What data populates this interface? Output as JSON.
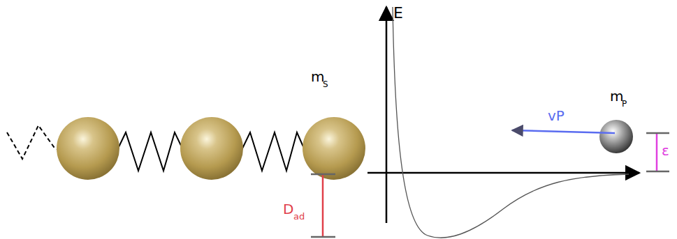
{
  "diagram": {
    "labels": [
      "E",
      "m",
      "S",
      "vP",
      "m",
      "P",
      "D",
      "ad",
      "ε"
    ]
  }
}
